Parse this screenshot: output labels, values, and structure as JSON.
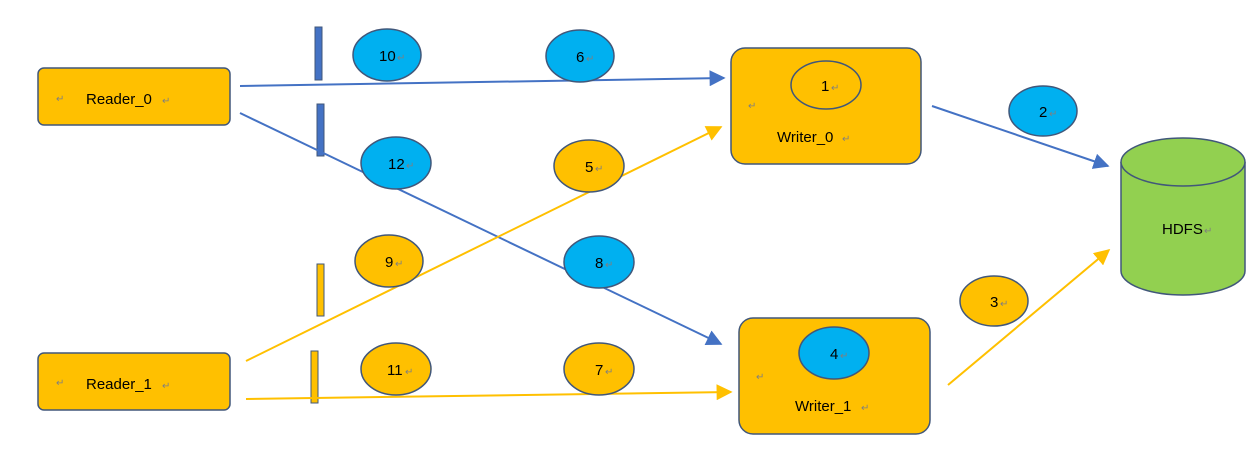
{
  "nodes": {
    "reader0": {
      "label": "Reader_0"
    },
    "reader1": {
      "label": "Reader_1"
    },
    "writer0": {
      "label": "Writer_0"
    },
    "writer1": {
      "label": "Writer_1"
    },
    "hdfs": {
      "label": "HDFS"
    }
  },
  "para_mark": "↵",
  "badges": {
    "b1": "1",
    "b2": "2",
    "b3": "3",
    "b4": "4",
    "b5": "5",
    "b6": "6",
    "b7": "7",
    "b8": "8",
    "b9": "9",
    "b10": "10",
    "b11": "11",
    "b12": "12"
  },
  "colors": {
    "box_fill": "#ffc000",
    "box_stroke": "#41577a",
    "blue": "#00b0f0",
    "blue_line": "#4472c4",
    "orange_line": "#ffc000",
    "hdfs_fill": "#92d050"
  }
}
